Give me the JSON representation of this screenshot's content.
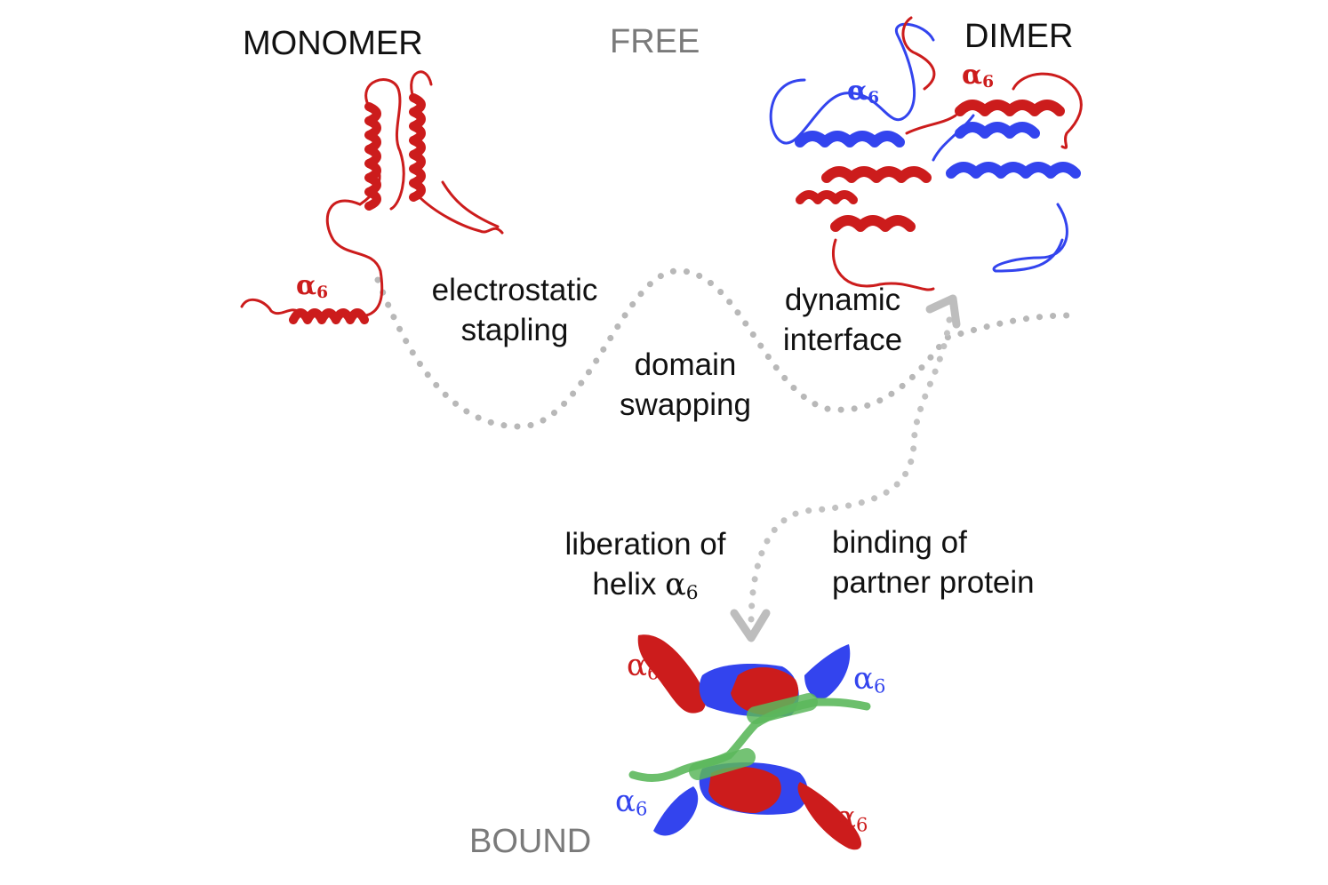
{
  "states": {
    "free": "FREE",
    "bound": "BOUND",
    "monomer": "MONOMER",
    "dimer": "DIMER"
  },
  "processes": {
    "electrostatic_1": "electrostatic",
    "electrostatic_2": "stapling",
    "swap_1": "domain",
    "swap_2": "swapping",
    "interface_1": "dynamic",
    "interface_2": "interface",
    "liberation_1": "liberation of",
    "liberation_2": "helix",
    "binding_1": "binding of",
    "binding_2": "partner protein"
  },
  "helix_label": {
    "greek": "α",
    "index": "6"
  },
  "colors": {
    "chain_a": "#cc1c1c",
    "chain_b": "#3344ee",
    "partner": "#5cb85c",
    "path": "#b8b8b8",
    "grey_title": "#7a7a7a"
  }
}
